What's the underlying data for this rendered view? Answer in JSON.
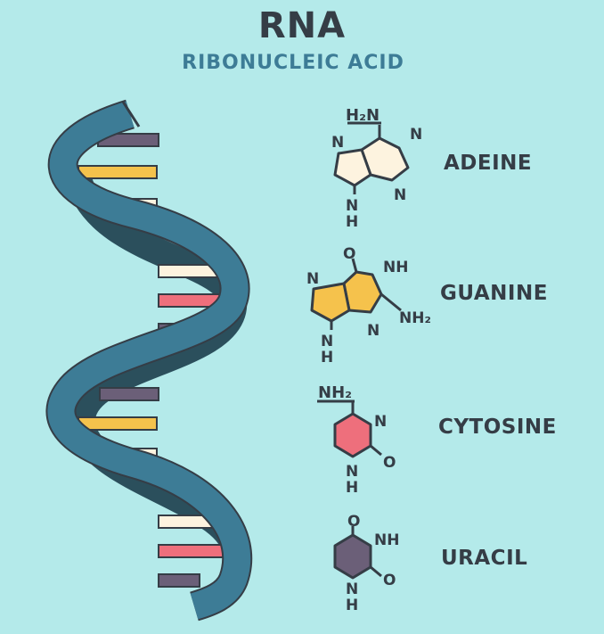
{
  "title": "RNA",
  "subtitle": "RIBONUCLEIC ACID",
  "colors": {
    "background": "#b4eaea",
    "strand_front": "#3d7c96",
    "strand_back": "#2b4f5c",
    "adenine": "#fdf3df",
    "guanine": "#f5c24c",
    "cytosine": "#ee6f7c",
    "uracil": "#6b5f78",
    "text": "#353d46"
  },
  "bases": [
    {
      "name": "ADEINE",
      "labels": {
        "amine": "H₂N",
        "n1": "N",
        "n2": "N",
        "n3": "N",
        "nh": "N",
        "h": "H"
      }
    },
    {
      "name": "GUANINE",
      "labels": {
        "o": "O",
        "nh_top": "NH",
        "n1": "N",
        "nh2": "NH₂",
        "n2": "N",
        "nh": "N",
        "h": "H"
      }
    },
    {
      "name": "CYTOSINE",
      "labels": {
        "nh2": "NH₂",
        "n": "N",
        "o": "O",
        "nh": "N",
        "h": "H"
      }
    },
    {
      "name": "URACIL",
      "labels": {
        "o_top": "O",
        "nh_top": "NH",
        "o": "O",
        "nh": "N",
        "h": "H"
      }
    }
  ]
}
